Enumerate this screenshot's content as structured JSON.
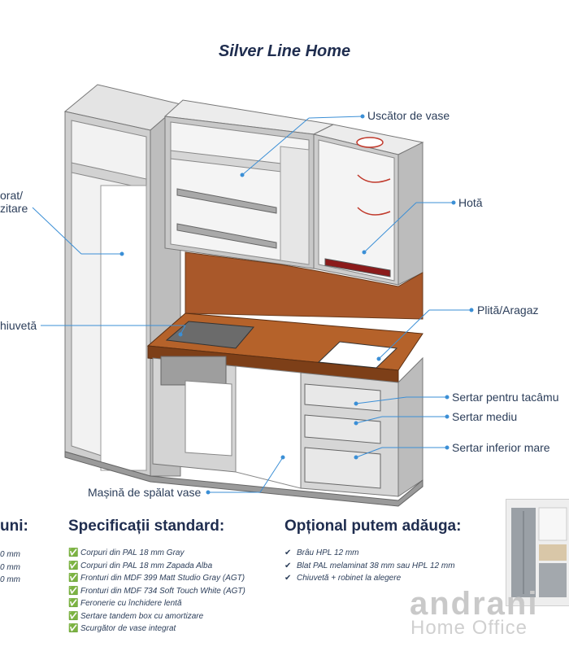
{
  "title": "Silver Line Home",
  "callouts": {
    "uscator": "Uscător de vase",
    "hota": "Hotă",
    "frigider_line1": "orat/",
    "frigider_line2": "zitare",
    "chiuveta": "hiuvetă",
    "plita": "Plită/Aragaz",
    "sertar_tacamuri": "Sertar pentru tacâmu",
    "sertar_mediu": "Sertar mediu",
    "sertar_inferior": "Sertar inferior mare",
    "masina": "Mașină de spălat vase"
  },
  "sections": {
    "left_heading": "uni:",
    "left_items": [
      "0 mm",
      "0 mm",
      "0 mm"
    ],
    "standard_heading": "Specificații standard:",
    "standard_items": [
      "Corpuri din PAL 18 mm Gray",
      "Corpuri din PAL 18 mm Zapada Alba",
      "Fronturi din MDF 399 Matt Studio Gray (AGT)",
      "Fronturi din MDF 734 Soft Touch White (AGT)",
      "Feronerie cu închidere lentă",
      "Sertare tandem box cu amortizare",
      "Scurgător de vase integrat"
    ],
    "optional_heading": "Opțional putem adăuga:",
    "optional_items": [
      "Brâu HPL 12 mm",
      "Blat PAL melaminat 38 mm sau HPL 12 mm",
      "Chiuvetă + robinet la alegere"
    ]
  },
  "logo": {
    "brand": "andrani",
    "sub": "Home Office"
  },
  "colors": {
    "accent_line": "#3b8fd6",
    "countertop": "#b5622a",
    "carcass": "#d7d7d7",
    "heading": "#1f2d4f"
  }
}
